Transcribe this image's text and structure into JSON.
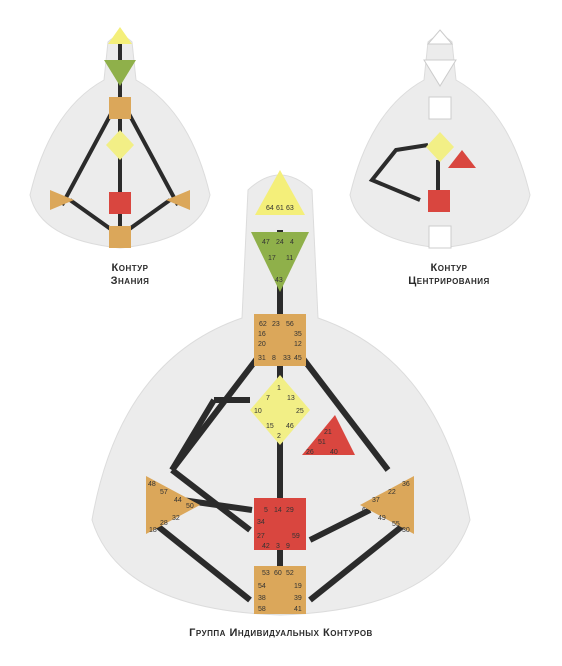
{
  "captions": {
    "knowing": [
      "Контур",
      "Знания"
    ],
    "centering": [
      "Контур",
      "Центрирования"
    ],
    "group": "Группа Индивидуальных Контуров"
  },
  "colors": {
    "head": "#f4ef7a",
    "ajna": "#8fb04a",
    "square": "#dba75a",
    "g": "#f2ef86",
    "ego": "#d9463f",
    "sacral": "#d9463f",
    "channel": "#2b2b2b",
    "silhouette": "#ececec"
  },
  "gates": {
    "head": [
      "64",
      "61",
      "63"
    ],
    "ajna": [
      "47",
      "24",
      "4",
      "17",
      "11",
      "43"
    ],
    "throat": [
      "62",
      "23",
      "56",
      "16",
      "35",
      "20",
      "12",
      "31",
      "8",
      "33",
      "45"
    ],
    "g": [
      "1",
      "7",
      "13",
      "10",
      "25",
      "15",
      "46",
      "2"
    ],
    "ego": [
      "21",
      "51",
      "26",
      "40"
    ],
    "spleen": [
      "48",
      "57",
      "44",
      "50",
      "32",
      "28",
      "18"
    ],
    "solar_plexus": [
      "36",
      "22",
      "37",
      "6",
      "49",
      "55",
      "30"
    ],
    "sacral": [
      "5",
      "14",
      "29",
      "34",
      "27",
      "59",
      "42",
      "3",
      "9"
    ],
    "root": [
      "53",
      "60",
      "52",
      "54",
      "19",
      "38",
      "39",
      "58",
      "41"
    ]
  }
}
